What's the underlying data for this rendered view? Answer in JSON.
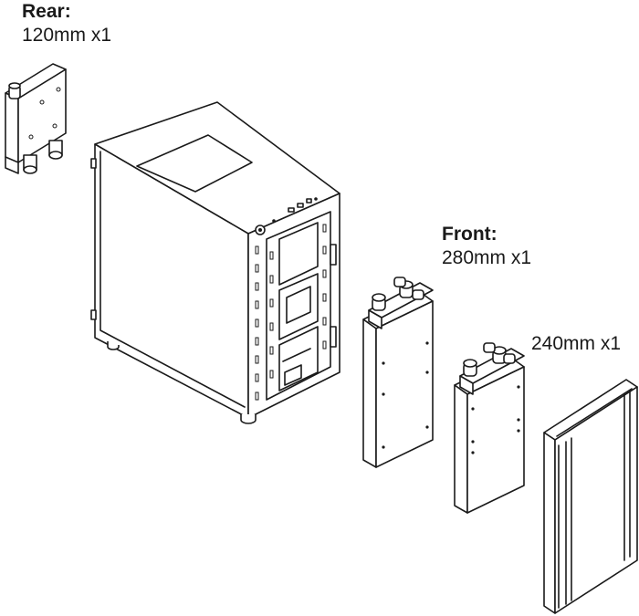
{
  "labels": {
    "rear": {
      "title": "Rear:",
      "size": "120mm x1"
    },
    "front": {
      "title": "Front:",
      "size": "280mm x1"
    },
    "front_second": {
      "size": "240mm x1"
    }
  },
  "colors": {
    "line": "#1a1a1a",
    "background": "#ffffff"
  }
}
